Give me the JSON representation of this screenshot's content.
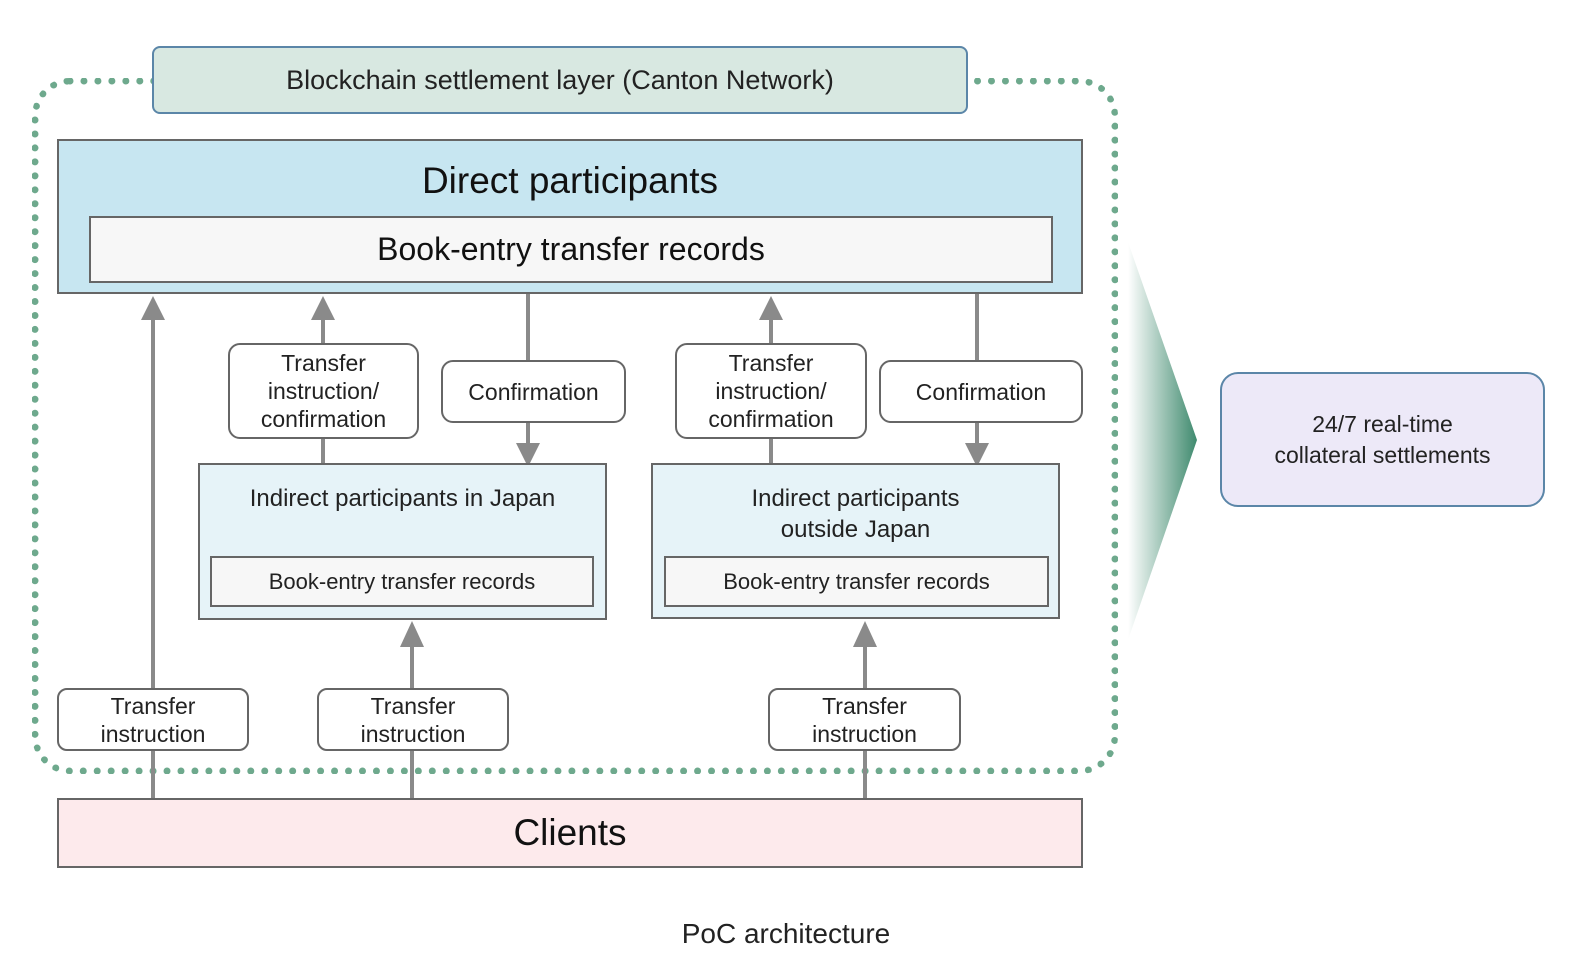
{
  "layer": {
    "label": "Blockchain settlement layer (Canton Network)"
  },
  "direct": {
    "title": "Direct participants",
    "records": "Book-entry transfer records"
  },
  "flows": {
    "left_instruction_confirmation": [
      "Transfer",
      "instruction/",
      "confirmation"
    ],
    "left_confirmation": "Confirmation",
    "right_instruction_confirmation": [
      "Transfer",
      "instruction/",
      "confirmation"
    ],
    "right_confirmation": "Confirmation"
  },
  "indirect_japan": {
    "title": "Indirect participants in Japan",
    "records": "Book-entry transfer records"
  },
  "indirect_outside": {
    "title": [
      "Indirect participants",
      "outside Japan"
    ],
    "records": "Book-entry transfer records"
  },
  "client_instructions": [
    [
      "Transfer",
      "instruction"
    ],
    [
      "Transfer",
      "instruction"
    ],
    [
      "Transfer",
      "instruction"
    ]
  ],
  "clients": {
    "label": "Clients"
  },
  "outcome": {
    "lines": [
      "24/7 real-time",
      "collateral settlements"
    ]
  },
  "caption": "PoC architecture",
  "colors": {
    "layer_fill": "#d8e8e1",
    "boundary": "#6ea98d",
    "direct_fill": "#c7e6f1",
    "indirect_fill": "#e6f3f8",
    "clients_fill": "#fdeaec",
    "outcome_fill": "#ede9f8",
    "arrow": "#8a8a8a",
    "chevron": "#3f8a6e"
  }
}
